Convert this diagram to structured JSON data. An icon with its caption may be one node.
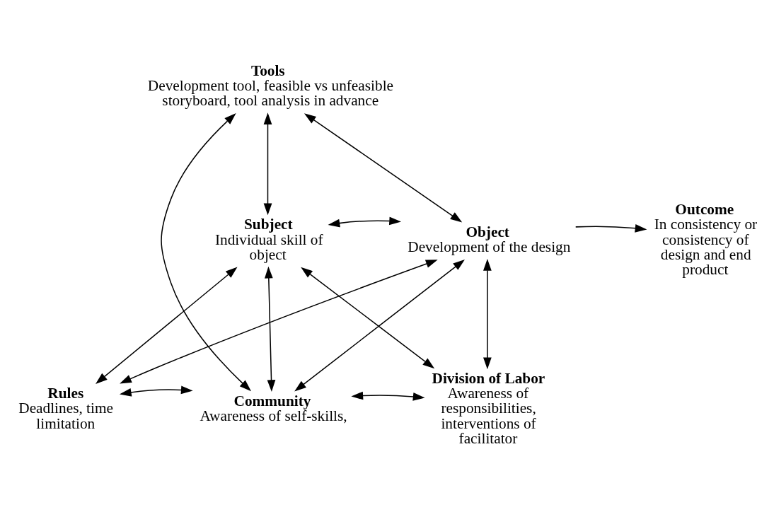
{
  "diagram": {
    "nodes": [
      {
        "text": [
          "Tools",
          "Development tool, feasible vs unfeasible storyboard, tool analysis in advance"
        ]
      },
      {
        "text": [
          "Subject",
          "Individual skill of object"
        ]
      },
      {
        "text": [
          "Object",
          "Development of the design"
        ]
      },
      {
        "text": [
          "Outcome",
          "In consistency or consistency of design and end product"
        ]
      },
      {
        "text": [
          "Rules",
          "Deadlines, time limitation"
        ]
      },
      {
        "text": [
          "Community",
          "Awareness of self-skills,"
        ]
      },
      {
        "text": [
          "Division of Labor",
          "Awareness of responsibilities, interventions of facilitator"
        ]
      }
    ],
    "edges": [
      {
        "from": 0,
        "to": 1,
        "arrow": "both"
      },
      {
        "from": 0,
        "to": 2,
        "arrow": "both"
      },
      {
        "from": 0,
        "to": 5,
        "arrow": "both"
      },
      {
        "from": 1,
        "to": 2,
        "arrow": "both"
      },
      {
        "from": 2,
        "to": 3,
        "arrow": "to"
      },
      {
        "from": 1,
        "to": 4,
        "arrow": "both"
      },
      {
        "from": 1,
        "to": 5,
        "arrow": "both"
      },
      {
        "from": 1,
        "to": 6,
        "arrow": "both"
      },
      {
        "from": 2,
        "to": 4,
        "arrow": "both"
      },
      {
        "from": 2,
        "to": 5,
        "arrow": "both"
      },
      {
        "from": 2,
        "to": 6,
        "arrow": "both"
      },
      {
        "from": 4,
        "to": 5,
        "arrow": "both"
      },
      {
        "from": 5,
        "to": 6,
        "arrow": "both"
      }
    ]
  }
}
